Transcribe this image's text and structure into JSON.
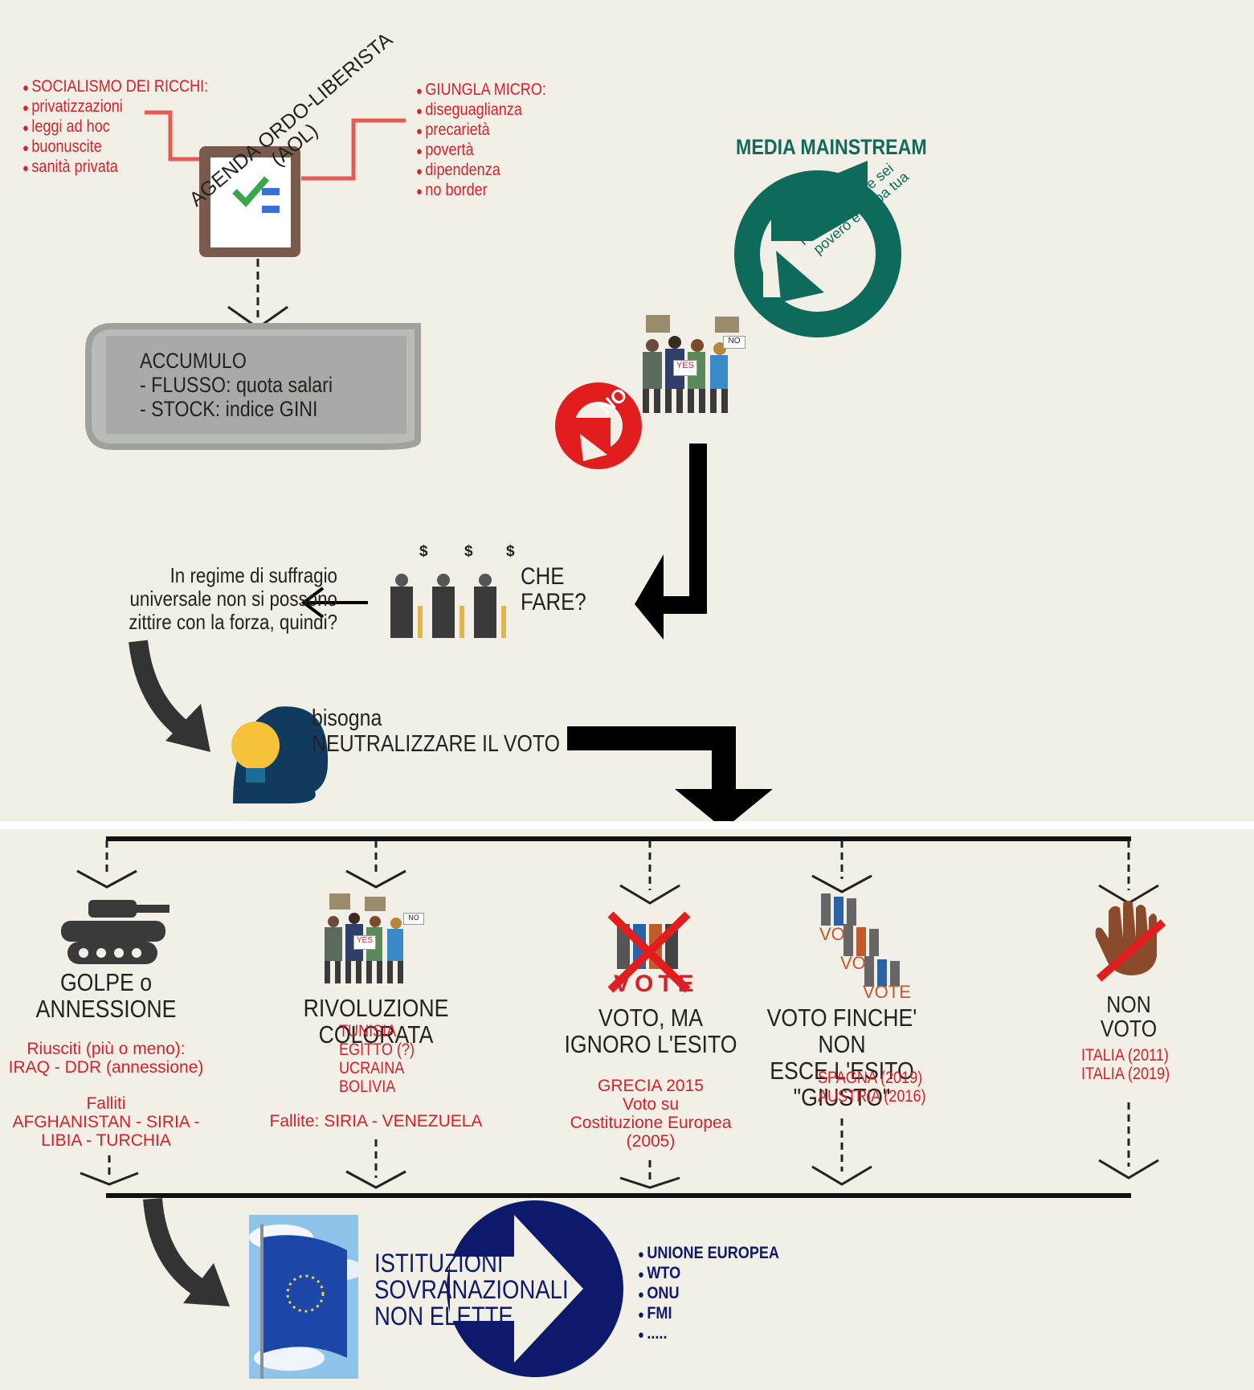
{
  "top_left_list": [
    "SOCIALISMO DEI RICCHI:",
    "privatizzazioni",
    "leggi ad hoc",
    "buonuscite",
    "sanità privata"
  ],
  "agenda_label_1": "AGENDA ORDO-LIBERISTA",
  "agenda_label_2": "(AOL)",
  "top_right_list": [
    "GIUNGLA MICRO:",
    "diseguaglianza",
    "precarietà",
    "povertà",
    "dipendenza",
    "no border"
  ],
  "media_title": "MEDIA MAINSTREAM",
  "media_slogan_1": "Tutto giusto, se sei",
  "media_slogan_2": "povero è colpa tua",
  "accumulo": {
    "line1": "ACCUMULO",
    "line2": "- FLUSSO: quota salari",
    "line3": "- STOCK: indice GINI"
  },
  "no_label": "NO",
  "yes_sign": "YES",
  "no_sign": "NO",
  "che_fare_1": "CHE",
  "che_fare_2": "FARE?",
  "dollar": "$",
  "suffragio": [
    "In regime di suffragio",
    "universale non si possono",
    "zittire con la forza, quindi?"
  ],
  "bisogna": "bisogna",
  "neutralizzare": "NEUTRALIZZARE IL VOTO",
  "branches": [
    {
      "title": [
        "GOLPE o",
        "ANNESSIONE"
      ],
      "items": [
        "Riusciti (più o meno):",
        "IRAQ - DDR (annessione)"
      ],
      "items2": [
        "Falliti",
        "AFGHANISTAN - SIRIA -",
        "LIBIA - TURCHIA"
      ]
    },
    {
      "title": [
        "RIVOLUZIONE COLORATA"
      ],
      "items": [
        "TUNISIA",
        "EGITTO (?)",
        "UCRAINA",
        "BOLIVIA"
      ],
      "items2": [
        "Fallite: SIRIA - VENEZUELA"
      ]
    },
    {
      "title": [
        "VOTO, MA",
        "IGNORO L'ESITO"
      ],
      "items": [
        "GRECIA 2015",
        "Voto su",
        "Costituzione Europea",
        "(2005)"
      ]
    },
    {
      "title": [
        "VOTO FINCHE' NON",
        "ESCE L'ESITO \"GIUSTO\""
      ],
      "items": [
        "SPAGNA (2019)",
        "AUSTRIA (2016)"
      ]
    },
    {
      "title": [
        "NON",
        "VOTO"
      ],
      "items": [
        "ITALIA (2011)",
        "ITALIA (2019)"
      ]
    }
  ],
  "vote_word": "VOTE",
  "vo_word": "VO",
  "istituzioni": [
    "ISTITUZIONI",
    "SOVRANAZIONALI",
    "NON ELETTE"
  ],
  "istituzioni_list": [
    "UNIONE EUROPEA",
    "WTO",
    "ONU",
    "FMI",
    "....."
  ],
  "colors": {
    "red": "#d6202b",
    "teal": "#0e6b5c",
    "navy": "#0d1a6b",
    "gray_box": "#a9aeaa",
    "bg": "#f2efe6"
  }
}
